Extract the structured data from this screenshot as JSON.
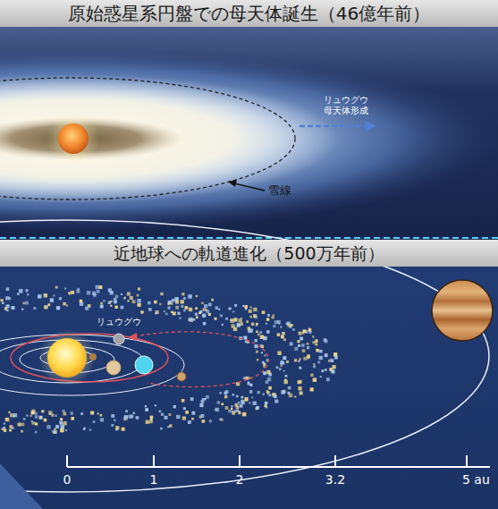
{
  "diagram": {
    "nodes": [
      {
        "text": [
          "原始惑星系円盤での母天体誕生（46億年前）"
        ]
      },
      {
        "text": [
          "近地球への軌道進化（500万年前）"
        ]
      }
    ],
    "labels": [
      "リュウグウ 母天体形成",
      "雪線",
      "リュウグウ",
      "0",
      "1",
      "2",
      "3.2",
      "5 au"
    ]
  }
}
